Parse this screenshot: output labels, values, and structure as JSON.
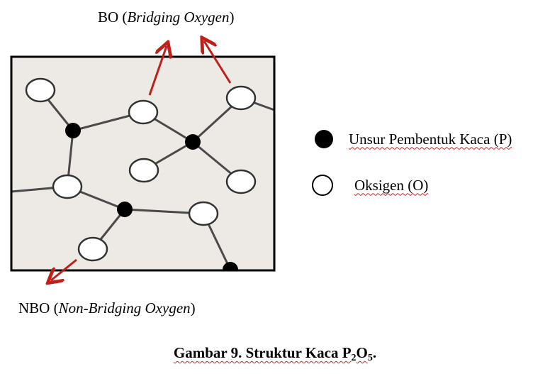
{
  "labels": {
    "bo_prefix": "BO (",
    "bo_italic": "Bridging Oxygen",
    "bo_suffix": ")",
    "nbo_prefix": "NBO (",
    "nbo_italic": "Non-Bridging Oxygen",
    "nbo_suffix": ")"
  },
  "legend": {
    "former": "Unsur Pembentuk Kaca (P)",
    "oxygen": "Oksigen (O)"
  },
  "caption": {
    "main": "Gambar 9. Struktur Kaca P",
    "sub1": "2",
    "mid": "O",
    "sub2": "5",
    "end": "."
  },
  "colors": {
    "arrow": "#c0201a",
    "panel_background": "#ede9e5",
    "bond": "#4a4a4a",
    "atom_border": "#333333"
  }
}
